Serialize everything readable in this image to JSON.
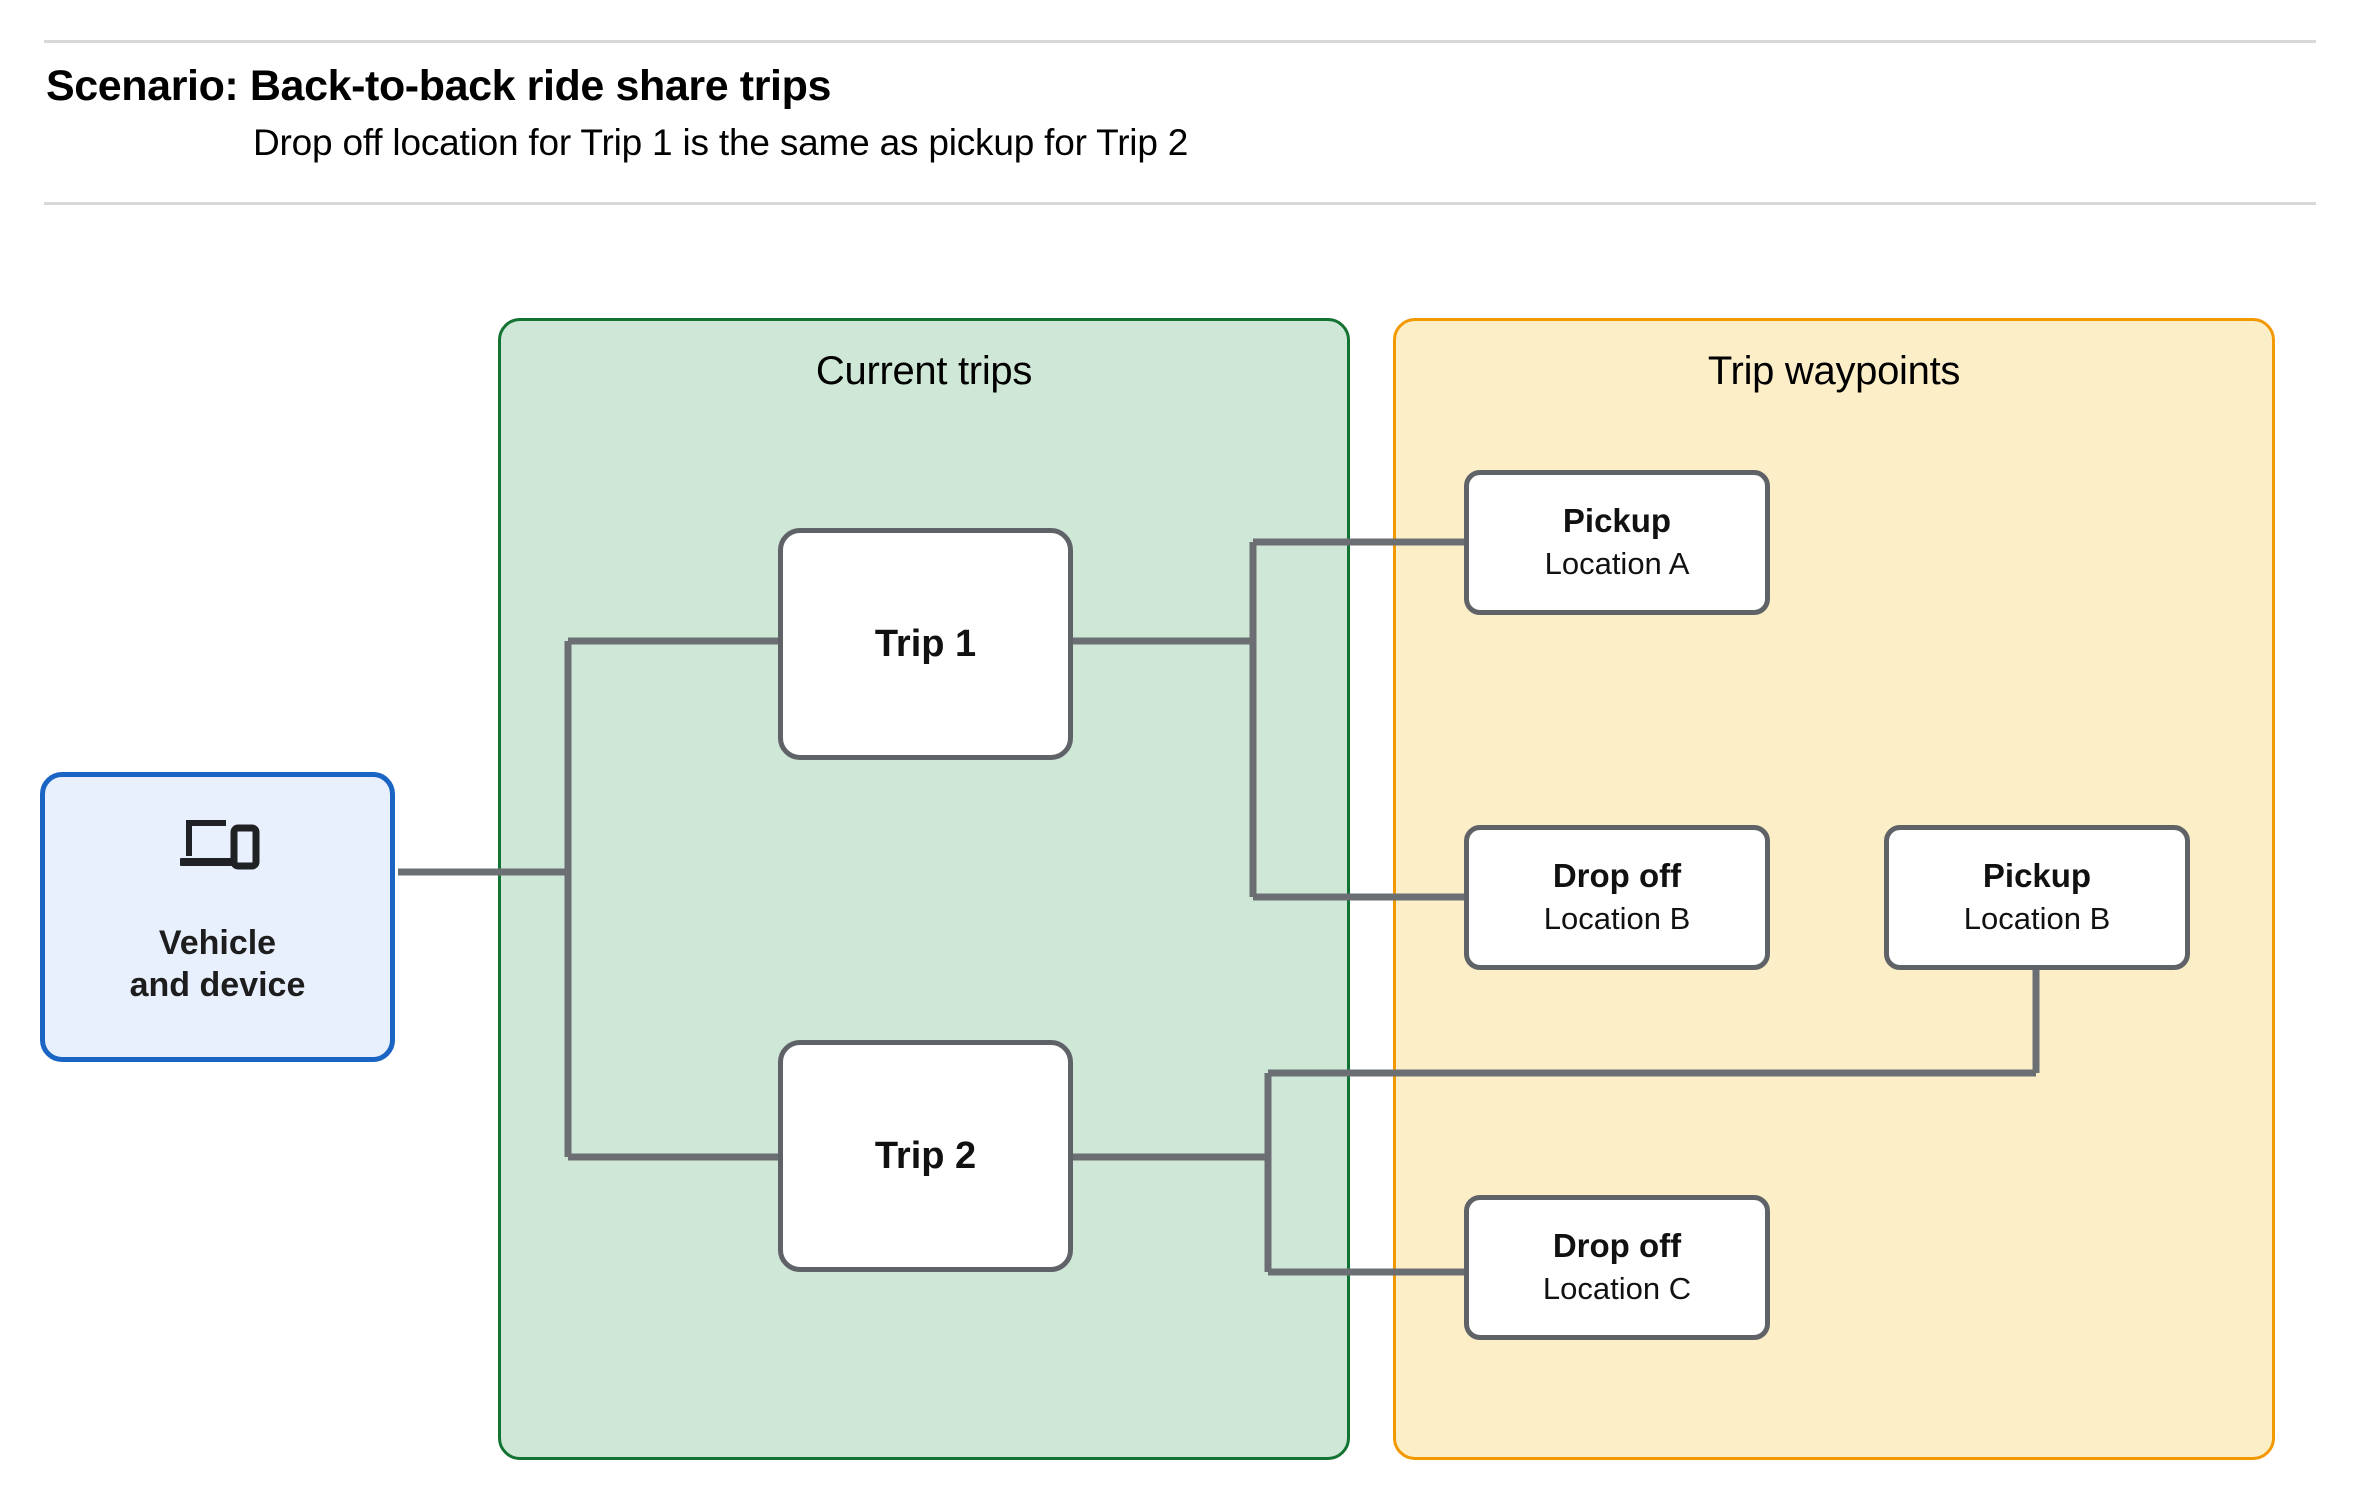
{
  "header": {
    "title": "Scenario: Back-to-back ride share trips",
    "subtitle": "Drop off  location for Trip 1 is the same as pickup for Trip 2"
  },
  "groups": {
    "current_trips": {
      "title": "Current trips",
      "fill": "#cfe7d6",
      "border": "#137333"
    },
    "trip_waypoints": {
      "title": "Trip waypoints",
      "fill": "#fcefc8",
      "border": "#f29900"
    }
  },
  "nodes": {
    "vehicle": {
      "label": "Vehicle\nand device",
      "icon": "laptop-and-phone-icon",
      "fill": "#e8f0fe",
      "border": "#1a65c4"
    },
    "trip1": {
      "label": "Trip 1"
    },
    "trip2": {
      "label": "Trip 2"
    },
    "pickup_a": {
      "title": "Pickup",
      "subtitle": "Location A"
    },
    "dropoff_b": {
      "title": "Drop off",
      "subtitle": "Location B"
    },
    "pickup_b": {
      "title": "Pickup",
      "subtitle": "Location B"
    },
    "dropoff_c": {
      "title": "Drop off",
      "subtitle": "Location C"
    }
  },
  "connectors": {
    "color": "#6b6f73",
    "width": 7,
    "edges": [
      "vehicle -> trip1",
      "vehicle -> trip2",
      "trip1 -> pickup_a",
      "trip1 -> dropoff_b",
      "trip2 -> pickup_b",
      "trip2 -> dropoff_c"
    ]
  }
}
